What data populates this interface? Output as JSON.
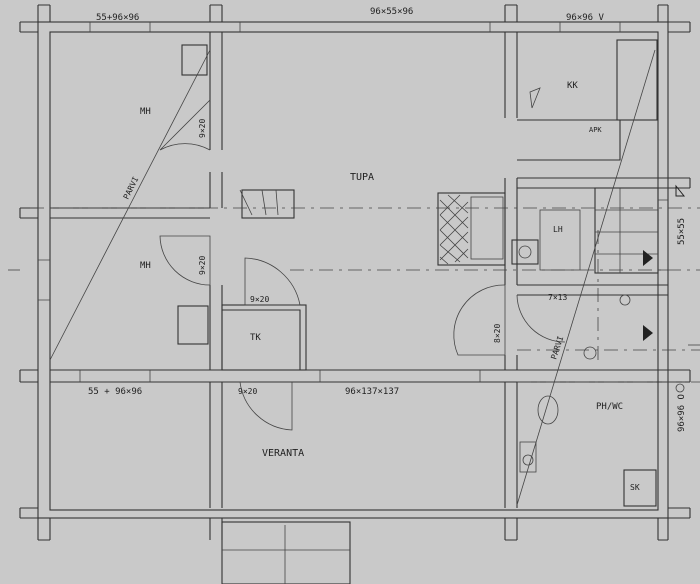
{
  "dimensions": {
    "top_left": "55+96×96",
    "top_mid": "96×55×96",
    "top_right": "96×96 V",
    "mid_left": "55 + 96×96",
    "mid_center": "96×137×137",
    "right_upper": "55×55",
    "right_lower": "96×96 O"
  },
  "rooms": {
    "mh_top": "MH",
    "mh_bottom": "MH",
    "tupa": "TUPA",
    "kk": "KK",
    "lh": "LH",
    "tk": "TK",
    "veranta": "VERANTA",
    "ph_wc": "PH/WC",
    "sk": "SK",
    "apk": "APK"
  },
  "doors": {
    "d1": "9×20",
    "d2": "9×20",
    "d3": "9×20",
    "d4": "9×20",
    "d5": "8×20",
    "d6": "7×13"
  },
  "parvi": {
    "left": "PARVI",
    "right": "PARVI"
  }
}
